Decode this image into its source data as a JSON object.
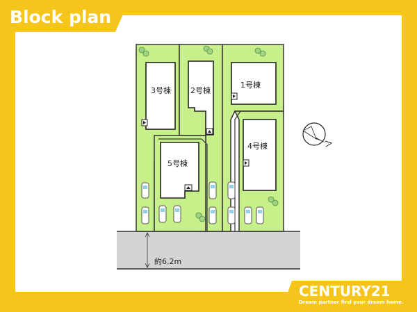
{
  "header": {
    "title": "Block plan"
  },
  "houses": [
    {
      "id": "h3",
      "label": "3号棟"
    },
    {
      "id": "h2",
      "label": "2号棟"
    },
    {
      "id": "h1",
      "label": "1号棟"
    },
    {
      "id": "h4",
      "label": "4号棟"
    },
    {
      "id": "h5",
      "label": "5号棟"
    }
  ],
  "road": {
    "width_label": "約6.2m"
  },
  "footer": {
    "brand": "CENTURY21",
    "tagline": "Dream partner find your dream home."
  },
  "compass": {
    "icon": "north-arrow-icon"
  },
  "colors": {
    "frame": "#f6c51b",
    "lot": "#c8f08a",
    "road": "#d4d4d4",
    "building": "#ffffff",
    "tree": "#9ed37f",
    "car": "#8fd0e6"
  }
}
